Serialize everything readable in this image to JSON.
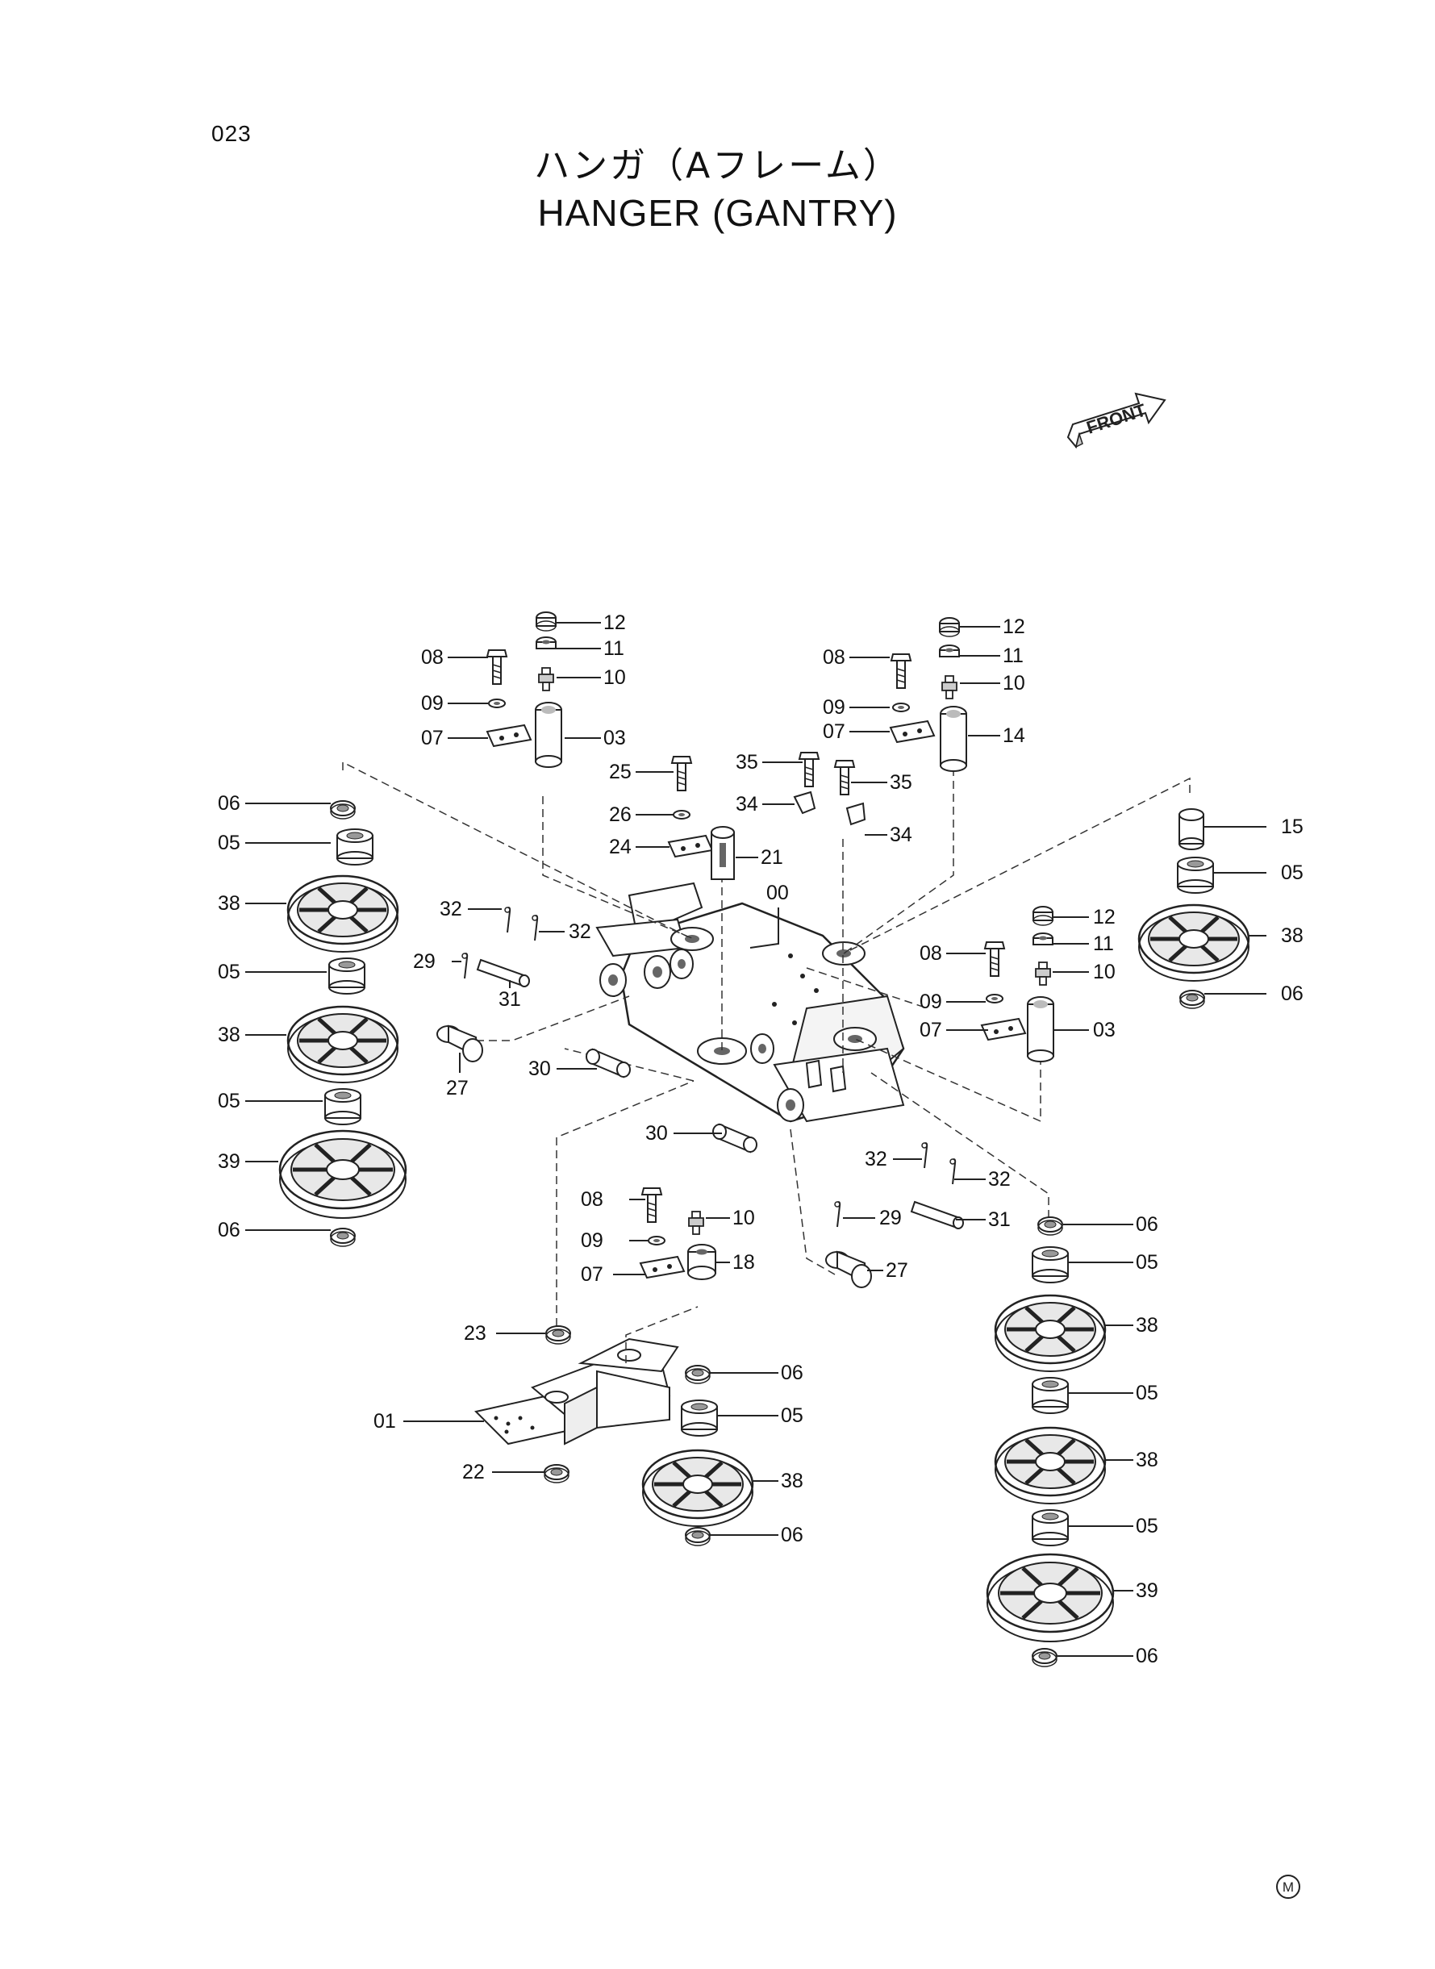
{
  "page_number": "023",
  "title_ja": "ハンガ（Aフレーム）",
  "title_en": "HANGER (GANTRY)",
  "front_label": "FRONT",
  "corner_mark": "M",
  "callouts": [
    {
      "id": "c-12a",
      "text": "12"
    },
    {
      "id": "c-11a",
      "text": "11"
    },
    {
      "id": "c-10a",
      "text": "10"
    },
    {
      "id": "c-08a",
      "text": "08"
    },
    {
      "id": "c-09a",
      "text": "09"
    },
    {
      "id": "c-07a",
      "text": "07"
    },
    {
      "id": "c-03a",
      "text": "03"
    },
    {
      "id": "c-08b",
      "text": "08"
    },
    {
      "id": "c-09b",
      "text": "09"
    },
    {
      "id": "c-07b",
      "text": "07"
    },
    {
      "id": "c-12b",
      "text": "12"
    },
    {
      "id": "c-11b",
      "text": "11"
    },
    {
      "id": "c-10b",
      "text": "10"
    },
    {
      "id": "c-14",
      "text": "14"
    },
    {
      "id": "c-35a",
      "text": "35"
    },
    {
      "id": "c-35b",
      "text": "35"
    },
    {
      "id": "c-34a",
      "text": "34"
    },
    {
      "id": "c-34b",
      "text": "34"
    },
    {
      "id": "c-25",
      "text": "25"
    },
    {
      "id": "c-26",
      "text": "26"
    },
    {
      "id": "c-24",
      "text": "24"
    },
    {
      "id": "c-21",
      "text": "21"
    },
    {
      "id": "c-00",
      "text": "00"
    },
    {
      "id": "c-06a",
      "text": "06"
    },
    {
      "id": "c-05a",
      "text": "05"
    },
    {
      "id": "c-38a",
      "text": "38"
    },
    {
      "id": "c-05b",
      "text": "05"
    },
    {
      "id": "c-38b",
      "text": "38"
    },
    {
      "id": "c-05c",
      "text": "05"
    },
    {
      "id": "c-39a",
      "text": "39"
    },
    {
      "id": "c-06b",
      "text": "06"
    },
    {
      "id": "c-32a",
      "text": "32"
    },
    {
      "id": "c-32b",
      "text": "32"
    },
    {
      "id": "c-29a",
      "text": "29"
    },
    {
      "id": "c-31a",
      "text": "31"
    },
    {
      "id": "c-27a",
      "text": "27"
    },
    {
      "id": "c-30a",
      "text": "30"
    },
    {
      "id": "c-15",
      "text": "15"
    },
    {
      "id": "c-05d",
      "text": "05"
    },
    {
      "id": "c-38c",
      "text": "38"
    },
    {
      "id": "c-06c",
      "text": "06"
    },
    {
      "id": "c-12c",
      "text": "12"
    },
    {
      "id": "c-11c",
      "text": "11"
    },
    {
      "id": "c-08c",
      "text": "08"
    },
    {
      "id": "c-10c",
      "text": "10"
    },
    {
      "id": "c-09c",
      "text": "09"
    },
    {
      "id": "c-07c",
      "text": "07"
    },
    {
      "id": "c-03b",
      "text": "03"
    },
    {
      "id": "c-30b",
      "text": "30"
    },
    {
      "id": "c-32c",
      "text": "32"
    },
    {
      "id": "c-32d",
      "text": "32"
    },
    {
      "id": "c-29b",
      "text": "29"
    },
    {
      "id": "c-31b",
      "text": "31"
    },
    {
      "id": "c-27b",
      "text": "27"
    },
    {
      "id": "c-08d",
      "text": "08"
    },
    {
      "id": "c-10d",
      "text": "10"
    },
    {
      "id": "c-09d",
      "text": "09"
    },
    {
      "id": "c-07d",
      "text": "07"
    },
    {
      "id": "c-18",
      "text": "18"
    },
    {
      "id": "c-23",
      "text": "23"
    },
    {
      "id": "c-01",
      "text": "01"
    },
    {
      "id": "c-22",
      "text": "22"
    },
    {
      "id": "c-06d",
      "text": "06"
    },
    {
      "id": "c-05e",
      "text": "05"
    },
    {
      "id": "c-38d",
      "text": "38"
    },
    {
      "id": "c-06e",
      "text": "06"
    },
    {
      "id": "c-06f",
      "text": "06"
    },
    {
      "id": "c-05f",
      "text": "05"
    },
    {
      "id": "c-38e",
      "text": "38"
    },
    {
      "id": "c-05g",
      "text": "05"
    },
    {
      "id": "c-38f",
      "text": "38"
    },
    {
      "id": "c-05h",
      "text": "05"
    },
    {
      "id": "c-39b",
      "text": "39"
    },
    {
      "id": "c-06g",
      "text": "06"
    }
  ]
}
